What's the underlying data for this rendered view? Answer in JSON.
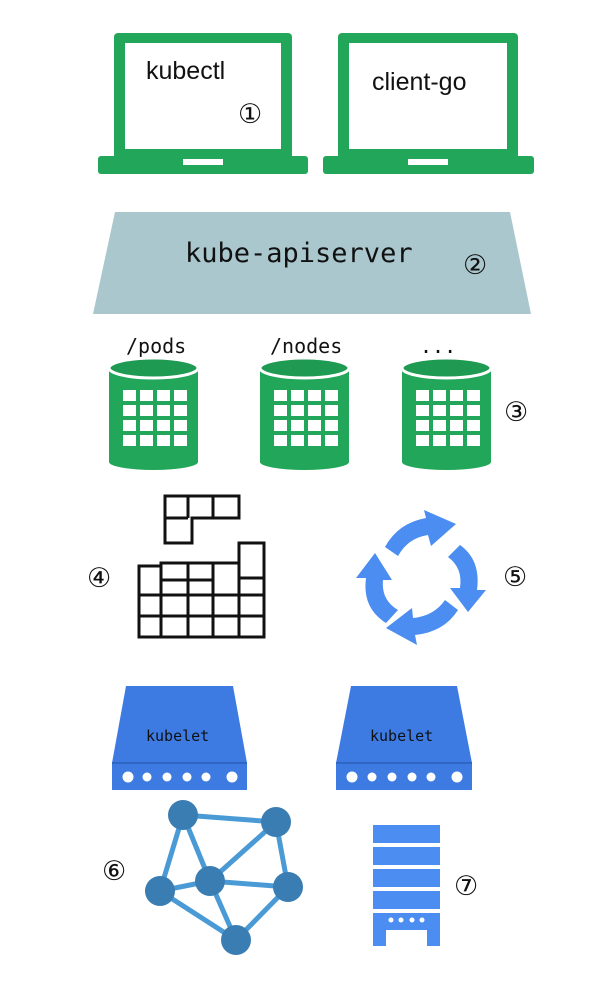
{
  "clients": {
    "kubectl": "kubectl",
    "client_go": "client-go"
  },
  "apiserver": {
    "label": "kube-apiserver"
  },
  "resources": [
    {
      "label": "/pods"
    },
    {
      "label": "/nodes"
    },
    {
      "label": "..."
    }
  ],
  "nodes": [
    {
      "label": "kubelet"
    },
    {
      "label": "kubelet"
    }
  ],
  "markers": [
    "①",
    "②",
    "③",
    "④",
    "⑤",
    "⑥",
    "⑦"
  ],
  "icons": {
    "laptop": "laptop-icon",
    "database": "database-icon",
    "scheduler": "puzzle-blocks-icon",
    "controller": "cycle-arrows-icon",
    "server": "server-icon",
    "network": "network-graph-icon",
    "storage": "storage-rack-icon"
  },
  "colors": {
    "green": "#22a65a",
    "apiserver": "#a9c7cd",
    "blue": "#3d7be3",
    "network": "#3f88c5"
  }
}
